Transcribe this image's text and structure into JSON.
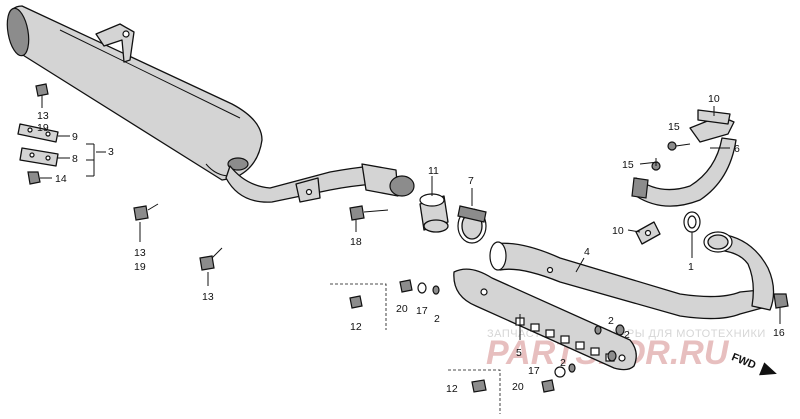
{
  "callouts": {
    "c1": "1",
    "c2a": "2",
    "c2b": "2",
    "c2c": "2",
    "c2d": "2",
    "c3": "3",
    "c4": "4",
    "c5": "5",
    "c6": "6",
    "c7": "7",
    "c8": "8",
    "c9": "9",
    "c10a": "10",
    "c10b": "10",
    "c11": "11",
    "c12a": "12",
    "c12b": "12",
    "c13a": "13",
    "c13b": "13",
    "c13c": "13",
    "c14": "14",
    "c15a": "15",
    "c15b": "15",
    "c16": "16",
    "c17a": "17",
    "c17b": "17",
    "c18": "18",
    "c19a": "19",
    "c19b": "19",
    "c20a": "20",
    "c20b": "20"
  },
  "watermark": {
    "top": "ЗАПЧАСТИ И АКСЕССУАРЫ ДЛЯ МОТОТЕХНИКИ",
    "brand": "PARTSFOR.RU"
  },
  "direction": {
    "label": "FWD"
  }
}
